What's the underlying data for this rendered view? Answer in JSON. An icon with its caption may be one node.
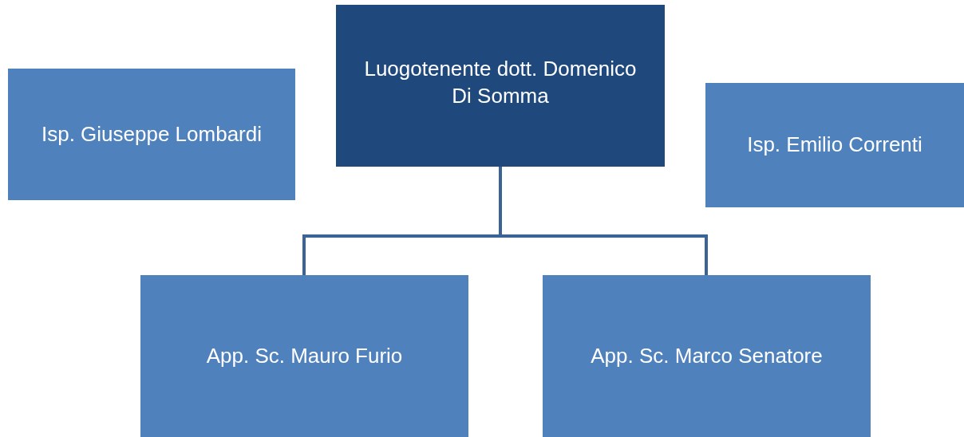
{
  "diagram": {
    "nodes": [
      {
        "text": [
          "Luogotenente dott. Domenico Di Somma"
        ]
      },
      {
        "text": [
          "Isp. Giuseppe Lombardi"
        ]
      },
      {
        "text": [
          "Isp. Emilio Correnti"
        ]
      },
      {
        "text": [
          "App. Sc. Mauro Furio"
        ]
      },
      {
        "text": [
          "App. Sc. Marco Senatore"
        ]
      }
    ],
    "edges": [
      {
        "from": 0,
        "to": 3,
        "arrow": "none"
      },
      {
        "from": 0,
        "to": 4,
        "arrow": "none"
      }
    ]
  }
}
